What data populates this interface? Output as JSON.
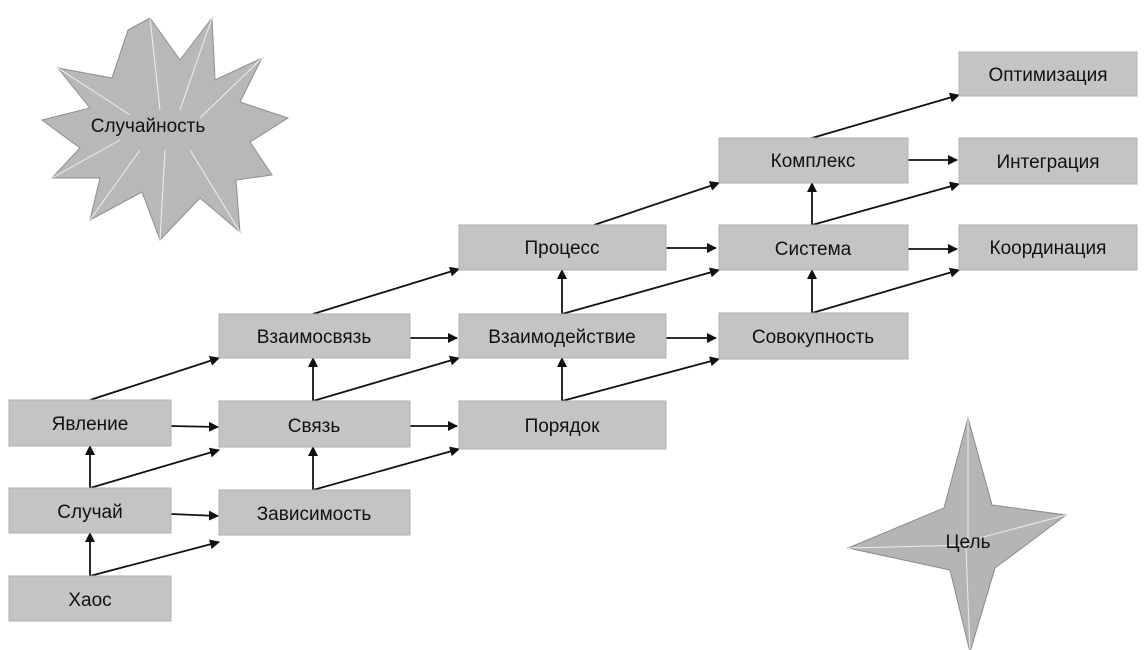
{
  "nodes": {
    "haos": "Хаос",
    "sluchai": "Случай",
    "yavlenie": "Явление",
    "zavisimost": "Зависимость",
    "svyaz": "Связь",
    "vzaimosvyaz": "Взаимосвязь",
    "poryadok": "Порядок",
    "vzaimodeistvie": "Взаимодействие",
    "process": "Процесс",
    "sovokupnost": "Совокупность",
    "sistema": "Система",
    "kompleks": "Комплекс",
    "koordinaciya": "Координация",
    "integraciya": "Интеграция",
    "optimizaciya": "Оптимизация"
  },
  "shapes": {
    "star_label": "Случайность",
    "cross_label": "Цель"
  },
  "colors": {
    "box_fill": "#c4c4c4",
    "arrow": "#111111",
    "background": "#ffffff"
  }
}
